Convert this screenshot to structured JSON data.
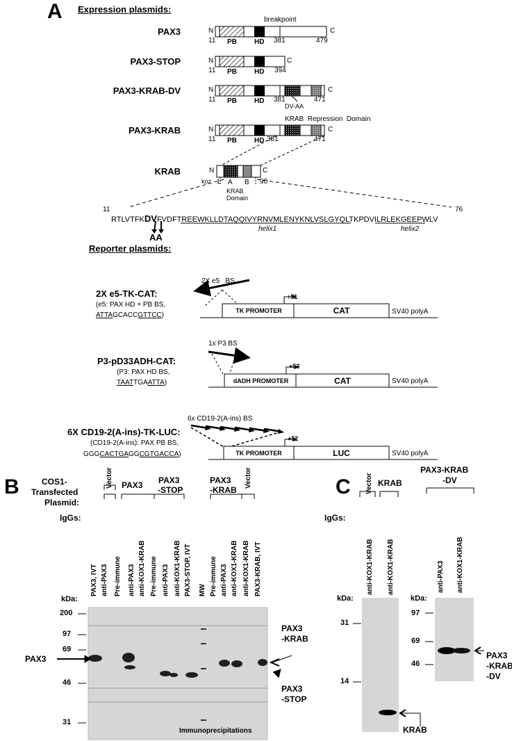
{
  "panelA": {
    "letter": "A",
    "expression_title": "Expression plasmids:",
    "breakpoint": "breakpoint",
    "constructs": [
      {
        "name": "PAX3",
        "n": "N",
        "c": "C",
        "start": "11",
        "pb": "PB",
        "hd": "HD",
        "pos1": "381",
        "end": "479"
      },
      {
        "name": "PAX3-STOP",
        "n": "N",
        "c": "C",
        "start": "11",
        "pb": "PB",
        "hd": "HD",
        "end": "394"
      },
      {
        "name": "PAX3-KRAB-DV",
        "n": "N",
        "c": "C",
        "start": "11",
        "pb": "PB",
        "hd": "HD",
        "pos1": "381",
        "end": "471",
        "note": "DV-AA"
      },
      {
        "name": "PAX3-KRAB",
        "n": "N",
        "c": "C",
        "start": "11",
        "pb": "PB",
        "hd": "HD",
        "pos1": "381",
        "end": "471",
        "note": "KRAB  Repression  Domain"
      },
      {
        "name": "KRAB",
        "n": "N",
        "c": "C",
        "koz": "koz",
        "one": "1",
        "a": "A",
        "b": "B",
        "end": "90",
        "domain1": "KRAB",
        "domain2": "Domain"
      }
    ],
    "sequence": {
      "start": "11",
      "end": "76",
      "pre": "RTLVTFK",
      "dv": "DV",
      "mid1": "FVDFT",
      "helix1_seq": "REEWKLLDTAQQIVYRNVMLENYKNLVSLG",
      "mid2": "YQLTKP",
      "helix2_seq": "DVILRLEKGEE",
      "post": "PWLV",
      "aa": "AA",
      "helix1": "helix1",
      "helix2": "helix2"
    },
    "reporter_title": "Reporter plasmids:",
    "reporters": [
      {
        "title": "2X e5-TK-CAT:",
        "sub1": "(e5: PAX HD + PB BS,",
        "sub2a": "ATTA",
        "sub2b": "GCACC",
        "sub2c": "GTTCC",
        "sub2d": ")",
        "bs": "2X e5   BS",
        "promoter": "TK PROMOTER",
        "pos": "+51",
        "gene": "CAT",
        "polyA": "SV40 polyA"
      },
      {
        "title": "P3-pD33ADH-CAT:",
        "sub1": "(P3: PAX HD BS,",
        "sub2a": "TAAT",
        "sub2b": "TGA",
        "sub2c": "ATTA",
        "sub2d": ")",
        "bs": "1x P3 BS",
        "promoter": "dADH PROMOTER",
        "pos": "+53",
        "gene": "CAT",
        "polyA": "SV40 polyA"
      },
      {
        "title": "6X CD19-2(A-ins)-TK-LUC:",
        "sub1": "(CD19-2(A-ins): PAX PB BS,",
        "sub2a": "GGG",
        "sub2b": "CACTGA",
        "sub2c": "GG",
        "sub2d": "CGTGACCA",
        "sub2e": ")",
        "bs": "6x CD19-2(A-ins) BS",
        "promoter": "TK PROMOTER",
        "pos": "+52",
        "gene": "LUC",
        "polyA": "SV40 polyA"
      }
    ]
  },
  "panelB": {
    "letter": "B",
    "transfected_label": [
      "COS1-",
      "Transfected",
      "Plasmid:"
    ],
    "groups": [
      "Vector",
      "PAX3",
      "PAX3",
      "-STOP",
      "PAX3",
      "-KRAB",
      "Vector"
    ],
    "igg_label": "IgGs:",
    "lanes": [
      "PAX3, IVT",
      "anti-PAX3",
      "Pre-immune",
      "anti-PAX3",
      "anti-KOX1-KRAB",
      "Pre-immune",
      "anti-PAX3",
      "anti-KOX1-KRAB",
      "PAX3-STOP, IVT",
      "MW",
      "Pre-immune",
      "anti-PAX3",
      "anti-KOX1-KRAB",
      "anti-KOX1-KRAB",
      "PAX3-KRAB, IVT"
    ],
    "kda": "kDa:",
    "markers": [
      "200",
      "97",
      "69",
      "46",
      "31"
    ],
    "pax3": "PAX3",
    "pax3_krab": [
      "PAX3",
      "-KRAB"
    ],
    "pax3_stop": [
      "PAX3",
      "-STOP"
    ],
    "footer": "Immunoprecipitations"
  },
  "panelC": {
    "letter": "C",
    "groups": [
      "Vector",
      "KRAB"
    ],
    "group2": [
      "PAX3-KRAB",
      "-DV"
    ],
    "igg_label": "IgGs:",
    "lanes_left": [
      "anti-KOX1-KRAB",
      "anti-KOX1-KRAB"
    ],
    "lanes_right": [
      "anti-PAX3",
      "anti-KOX1-KRAB"
    ],
    "kda": "kDa:",
    "markers_left": [
      "31",
      "14"
    ],
    "markers_right": [
      "97",
      "69",
      "46"
    ],
    "krab": "KRAB",
    "pax3_krab_dv": [
      "PAX3",
      "-KRAB",
      "-DV"
    ]
  }
}
